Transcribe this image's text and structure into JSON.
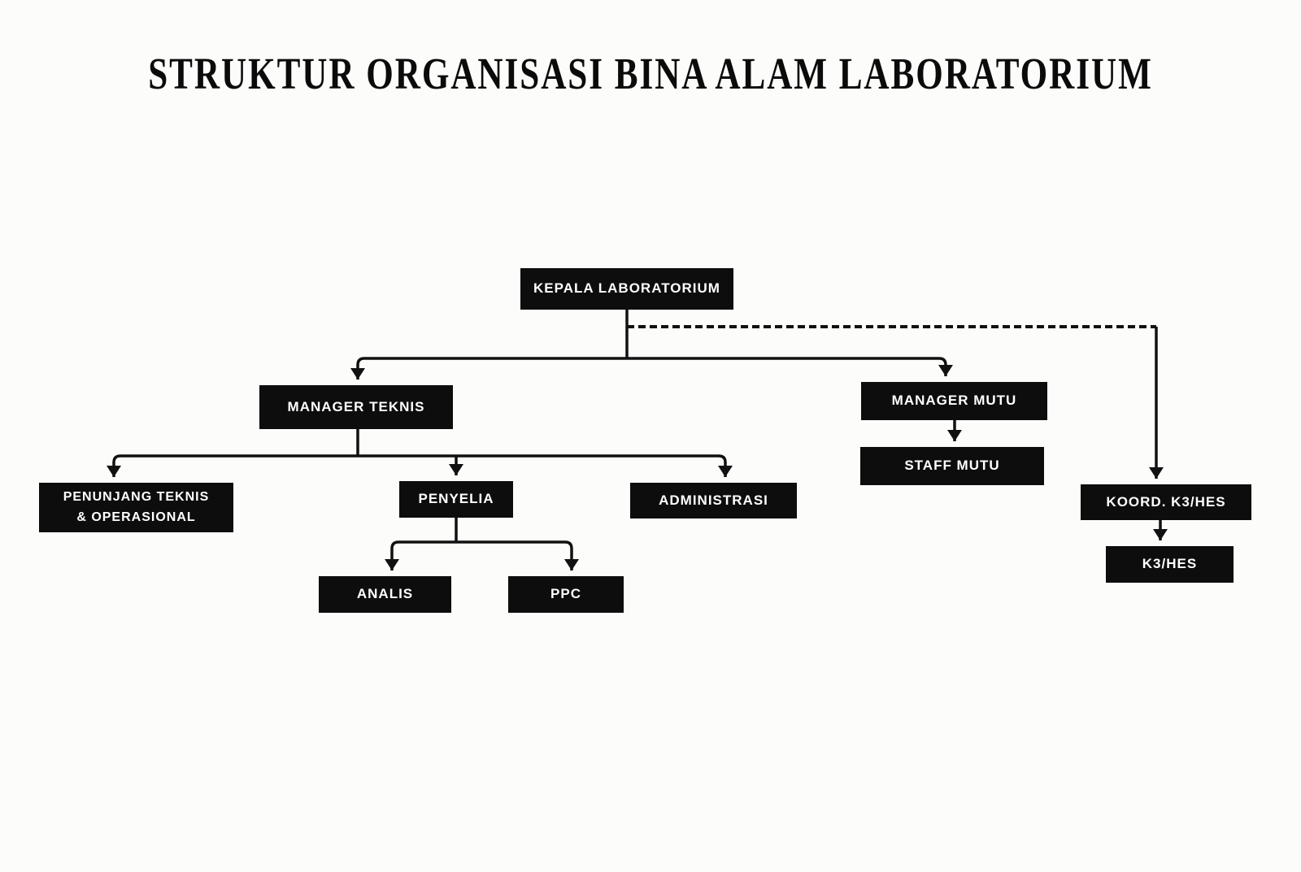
{
  "title": "STRUKTUR ORGANISASI BINA ALAM LABORATORIUM",
  "colors": {
    "page_bg": "#fcfcfa",
    "box_bg": "#0d0d0d",
    "box_text": "#ffffff",
    "line": "#111111"
  },
  "nodes": [
    {
      "id": "kepala-laboratorium",
      "label": "KEPALA LABORATORIUM"
    },
    {
      "id": "manager-teknis",
      "label": "MANAGER TEKNIS"
    },
    {
      "id": "manager-mutu",
      "label": "MANAGER MUTU"
    },
    {
      "id": "staff-mutu",
      "label": "STAFF MUTU"
    },
    {
      "id": "penunjang-teknis-operasional",
      "label": "PENUNJANG TEKNIS\n& OPERASIONAL"
    },
    {
      "id": "penyelia",
      "label": "PENYELIA"
    },
    {
      "id": "administrasi",
      "label": "ADMINISTRASI"
    },
    {
      "id": "analis",
      "label": "ANALIS"
    },
    {
      "id": "ppc",
      "label": "PPC"
    },
    {
      "id": "koord-k3-hes",
      "label": "KOORD. K3/HES"
    },
    {
      "id": "k3-hes",
      "label": "K3/HES"
    }
  ],
  "edges": [
    {
      "from": "kepala-laboratorium",
      "to": "manager-teknis",
      "style": "solid"
    },
    {
      "from": "kepala-laboratorium",
      "to": "manager-mutu",
      "style": "solid"
    },
    {
      "from": "kepala-laboratorium",
      "to": "koord-k3-hes",
      "style": "dashed"
    },
    {
      "from": "manager-teknis",
      "to": "penunjang-teknis-operasional",
      "style": "solid"
    },
    {
      "from": "manager-teknis",
      "to": "penyelia",
      "style": "solid"
    },
    {
      "from": "manager-teknis",
      "to": "administrasi",
      "style": "solid"
    },
    {
      "from": "manager-mutu",
      "to": "staff-mutu",
      "style": "solid"
    },
    {
      "from": "penyelia",
      "to": "analis",
      "style": "solid"
    },
    {
      "from": "penyelia",
      "to": "ppc",
      "style": "solid"
    },
    {
      "from": "koord-k3-hes",
      "to": "k3-hes",
      "style": "solid"
    }
  ]
}
